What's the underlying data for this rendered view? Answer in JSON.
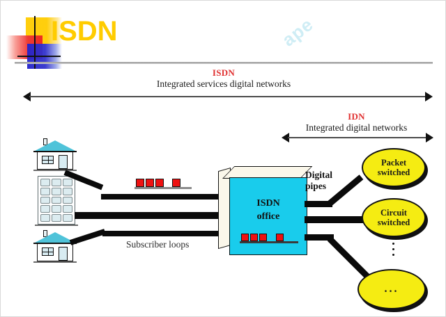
{
  "slide": {
    "title": "ISDN",
    "watermark": "ape"
  },
  "spans": {
    "isdn": {
      "abbr": "ISDN",
      "full": "Integrated services digital networks"
    },
    "idn": {
      "abbr": "IDN",
      "full": "Integrated digital networks"
    }
  },
  "center": {
    "name_line1": "ISDN",
    "name_line2": "office"
  },
  "labels": {
    "digital_pipes_line1": "Digital",
    "digital_pipes_line2": "pipes",
    "subscriber_loops": "Subscriber loops"
  },
  "networks": [
    {
      "line1": "Packet",
      "line2": "switched"
    },
    {
      "line1": "Circuit",
      "line2": "switched"
    },
    {
      "line1": "...",
      "line2": ""
    }
  ],
  "colors": {
    "title": "#FFCC00",
    "accent_red": "#e03030",
    "office_fill": "#19ccec",
    "blob_fill": "#f5ec12",
    "packet_red": "#ee1111",
    "roof_teal": "#4fc3d9",
    "pipe_black": "#0a0a0a"
  }
}
